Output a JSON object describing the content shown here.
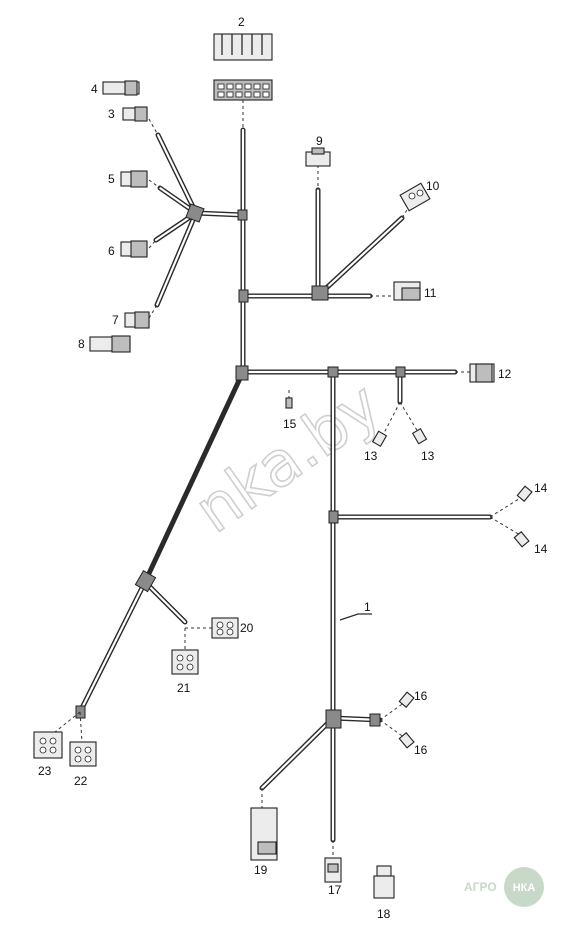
{
  "watermark": "nka.by",
  "logo": {
    "prefix": "АГРО",
    "badge": "НКА",
    "color": "#c9d9c9"
  },
  "callouts": {
    "c1": "1",
    "c2": "2",
    "c3": "3",
    "c4": "4",
    "c5": "5",
    "c6": "6",
    "c7": "7",
    "c8": "8",
    "c9": "9",
    "c10": "10",
    "c11": "11",
    "c12": "12",
    "c13a": "13",
    "c13b": "13",
    "c14a": "14",
    "c14b": "14",
    "c15": "15",
    "c16a": "16",
    "c16b": "16",
    "c17": "17",
    "c18": "18",
    "c19": "19",
    "c20": "20",
    "c21": "21",
    "c22": "22",
    "c23": "23"
  }
}
